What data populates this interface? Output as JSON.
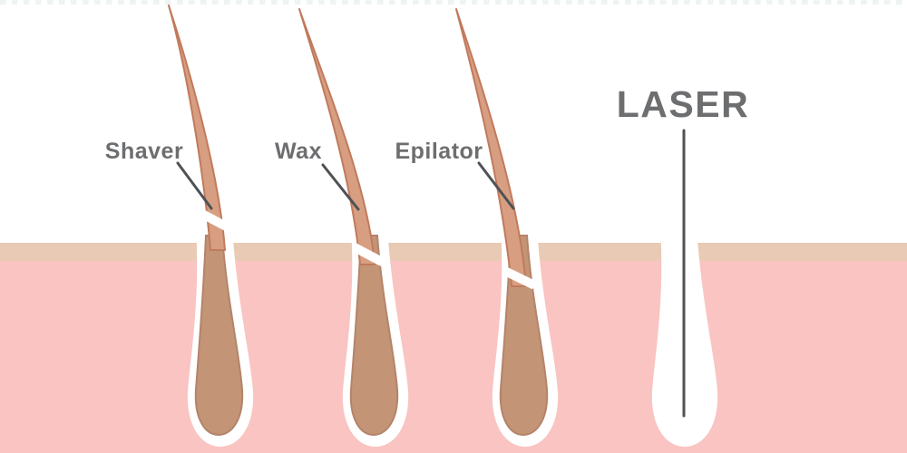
{
  "diagram": {
    "type": "hair-removal-methods-comparison",
    "labels": {
      "shaver": "Shaver",
      "wax": "Wax",
      "epilator": "Epilator",
      "laser": "LASER"
    },
    "methods": [
      {
        "label": "Shaver",
        "cut_level": "above skin surface",
        "hair_root_shown": true
      },
      {
        "label": "Wax",
        "cut_level": "at skin surface",
        "hair_root_shown": true
      },
      {
        "label": "Epilator",
        "cut_level": "just below skin surface",
        "hair_root_shown": true
      },
      {
        "label": "LASER",
        "cut_level": "beam reaches follicle root",
        "hair_root_shown": false
      }
    ]
  },
  "colors": {
    "background": "#ffffff",
    "top_dash": "#eef3f3",
    "skin_surface_band": "#e9cab5",
    "skin": "#f9c4c1",
    "follicle_white": "#ffffff",
    "hair_fill": "#d79e82",
    "hair_outline": "#c17a5c",
    "root_fill": "#c39476",
    "root_outline": "#b4846a",
    "label_text": "#6d6e70",
    "leader_line": "#4f5154",
    "laser_line": "#4f5154",
    "cut_gap": "#ffffff"
  }
}
